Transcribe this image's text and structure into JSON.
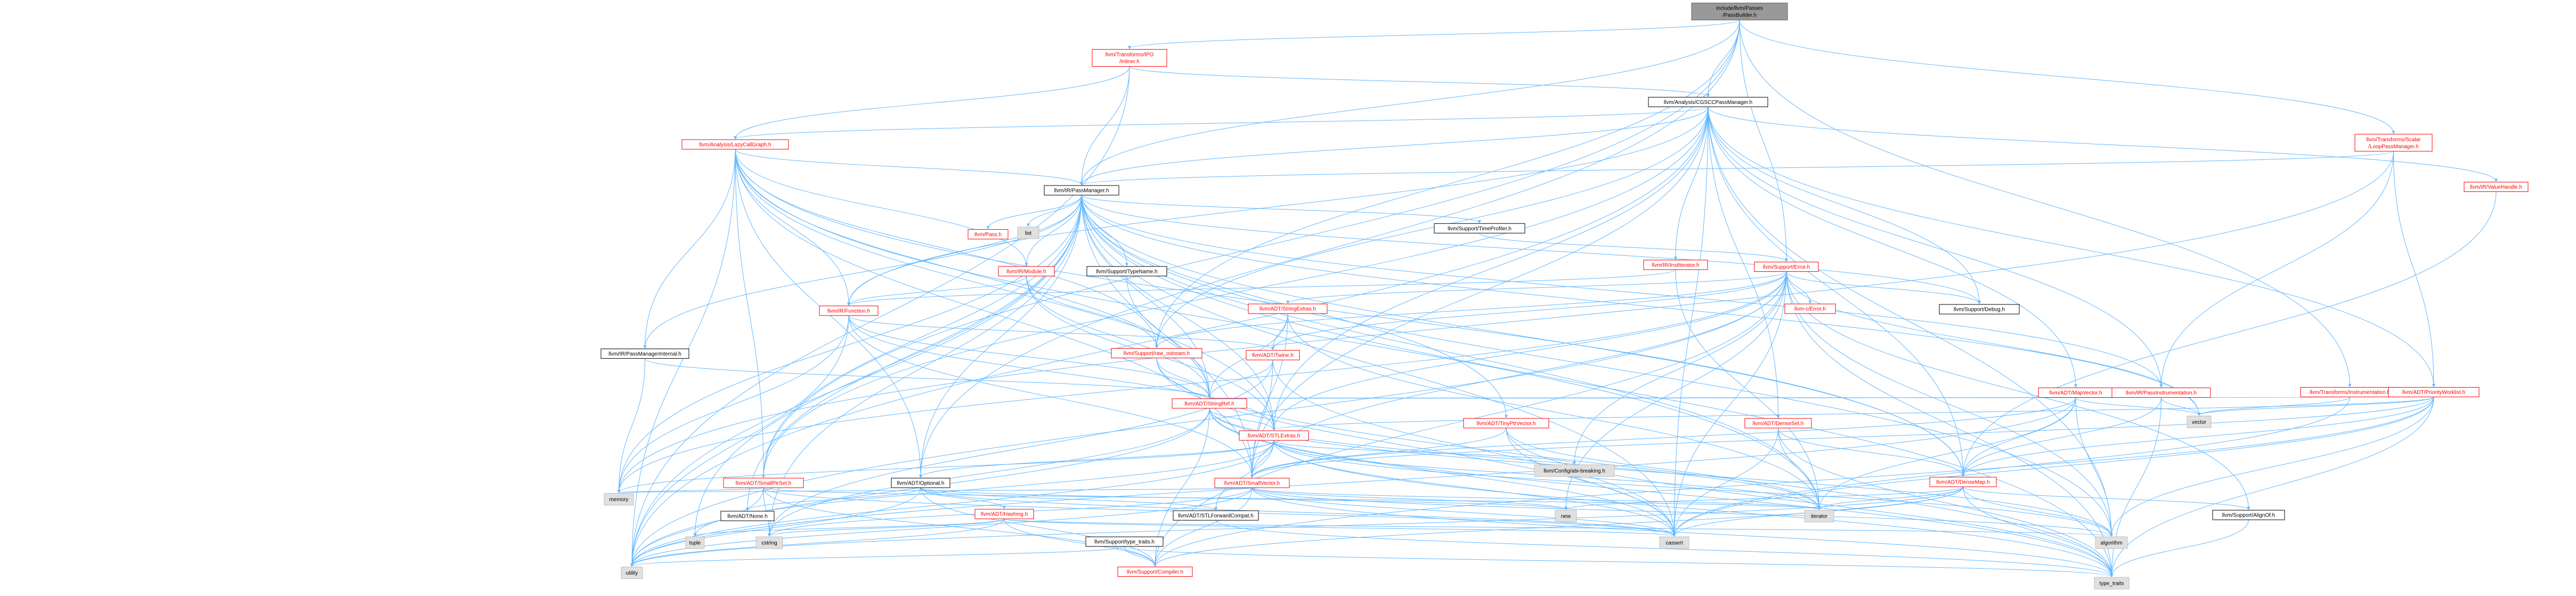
{
  "colors": {
    "edge": "#63b8ff",
    "edge_alt": "#63b8ff",
    "red_border": "#ff0000",
    "gray_border": "#bfbfbf",
    "root_fill": "#999999",
    "root_border": "#666666",
    "node_fill": "#ffffff",
    "label_red": "#ff0000",
    "label_black": "#000000",
    "gray_fill": "#e0e0e0"
  },
  "nodes": [
    {
      "id": "root",
      "lines": [
        "include/llvm/Passes",
        "/PassBuilder.h"
      ],
      "style": "root"
    },
    {
      "id": "inliner",
      "lines": [
        "llvm/Transforms/IPO",
        "/Inliner.h"
      ],
      "style": "red"
    },
    {
      "id": "cgscc",
      "lines": [
        "llvm/Analysis/CGSCCPassManager.h"
      ],
      "style": "black"
    },
    {
      "id": "lazycg",
      "lines": [
        "llvm/Analysis/LazyCallGraph.h"
      ],
      "style": "red"
    },
    {
      "id": "loopm",
      "lines": [
        "llvm/Transforms/Scalar",
        "/LoopPassManager.h"
      ],
      "style": "red"
    },
    {
      "id": "valuehandle",
      "lines": [
        "llvm/IR/ValueHandle.h"
      ],
      "style": "red"
    },
    {
      "id": "passmgr",
      "lines": [
        "llvm/IR/PassManager.h"
      ],
      "style": "black"
    },
    {
      "id": "timeprof",
      "lines": [
        "llvm/Support/TimeProfiler.h"
      ],
      "style": "black"
    },
    {
      "id": "passh",
      "lines": [
        "llvm/Pass.h"
      ],
      "style": "red"
    },
    {
      "id": "list",
      "lines": [
        "list"
      ],
      "style": "gray"
    },
    {
      "id": "module",
      "lines": [
        "llvm/IR/Module.h"
      ],
      "style": "red"
    },
    {
      "id": "typename",
      "lines": [
        "llvm/Support/TypeName.h"
      ],
      "style": "black"
    },
    {
      "id": "institer",
      "lines": [
        "llvm/IR/InstIterator.h"
      ],
      "style": "red"
    },
    {
      "id": "error",
      "lines": [
        "llvm/Support/Error.h"
      ],
      "style": "red"
    },
    {
      "id": "transinstr",
      "lines": [
        "llvm/Transforms/Instrumentation.h"
      ],
      "style": "red"
    },
    {
      "id": "function",
      "lines": [
        "llvm/IR/Function.h"
      ],
      "style": "red"
    },
    {
      "id": "pmint",
      "lines": [
        "llvm/IR/PassManagerInternal.h"
      ],
      "style": "black"
    },
    {
      "id": "stringextras",
      "lines": [
        "llvm/ADT/StringExtras.h"
      ],
      "style": "red"
    },
    {
      "id": "rawostream",
      "lines": [
        "llvm/Support/raw_ostream.h"
      ],
      "style": "red"
    },
    {
      "id": "twine",
      "lines": [
        "llvm/ADT/Twine.h"
      ],
      "style": "red"
    },
    {
      "id": "cerror",
      "lines": [
        "llvm-c/Error.h"
      ],
      "style": "red"
    },
    {
      "id": "debug",
      "lines": [
        "llvm/Support/Debug.h"
      ],
      "style": "black"
    },
    {
      "id": "mapvector",
      "lines": [
        "llvm/ADT/MapVector.h"
      ],
      "style": "red"
    },
    {
      "id": "passinstr",
      "lines": [
        "llvm/IR/PassInstrumentation.h"
      ],
      "style": "red"
    },
    {
      "id": "priorityworklist",
      "lines": [
        "llvm/ADT/PriorityWorklist.h"
      ],
      "style": "red"
    },
    {
      "id": "stringref",
      "lines": [
        "llvm/ADT/StringRef.h"
      ],
      "style": "red"
    },
    {
      "id": "tinyptrvector",
      "lines": [
        "llvm/ADT/TinyPtrVector.h"
      ],
      "style": "red"
    },
    {
      "id": "denseset",
      "lines": [
        "llvm/ADT/DenseSet.h"
      ],
      "style": "red"
    },
    {
      "id": "stlextras",
      "lines": [
        "llvm/ADT/STLExtras.h"
      ],
      "style": "red"
    },
    {
      "id": "vector",
      "lines": [
        "vector"
      ],
      "style": "gray"
    },
    {
      "id": "smallptrset",
      "lines": [
        "llvm/ADT/SmallPtrSet.h"
      ],
      "style": "red"
    },
    {
      "id": "optional",
      "lines": [
        "llvm/ADT/Optional.h"
      ],
      "style": "black"
    },
    {
      "id": "smallvector",
      "lines": [
        "llvm/ADT/SmallVector.h"
      ],
      "style": "red"
    },
    {
      "id": "abibreaking",
      "lines": [
        "llvm/Config/abi-breaking.h"
      ],
      "style": "gray"
    },
    {
      "id": "densemap",
      "lines": [
        "llvm/ADT/DenseMap.h"
      ],
      "style": "red"
    },
    {
      "id": "memory",
      "lines": [
        "memory"
      ],
      "style": "gray"
    },
    {
      "id": "none",
      "lines": [
        "llvm/ADT/None.h"
      ],
      "style": "black"
    },
    {
      "id": "hashing",
      "lines": [
        "llvm/ADT/Hashing.h"
      ],
      "style": "red"
    },
    {
      "id": "stlfwd",
      "lines": [
        "llvm/ADT/STLForwardCompat.h"
      ],
      "style": "black"
    },
    {
      "id": "new",
      "lines": [
        "new"
      ],
      "style": "gray"
    },
    {
      "id": "iterator",
      "lines": [
        "iterator"
      ],
      "style": "gray"
    },
    {
      "id": "alignof",
      "lines": [
        "llvm/Support/AlignOf.h"
      ],
      "style": "black"
    },
    {
      "id": "tuple",
      "lines": [
        "tuple"
      ],
      "style": "gray"
    },
    {
      "id": "cstring",
      "lines": [
        "cstring"
      ],
      "style": "gray"
    },
    {
      "id": "typetraits_s",
      "lines": [
        "llvm/Support/type_traits.h"
      ],
      "style": "black"
    },
    {
      "id": "cassert",
      "lines": [
        "cassert"
      ],
      "style": "gray"
    },
    {
      "id": "algorithm",
      "lines": [
        "algorithm"
      ],
      "style": "gray"
    },
    {
      "id": "utility",
      "lines": [
        "utility"
      ],
      "style": "gray"
    },
    {
      "id": "compiler",
      "lines": [
        "llvm/Support/Compiler.h"
      ],
      "style": "red"
    },
    {
      "id": "type_traits",
      "lines": [
        "type_traits"
      ],
      "style": "gray"
    }
  ],
  "edges": [
    [
      "root",
      "inliner"
    ],
    [
      "root",
      "cgscc"
    ],
    [
      "root",
      "passmgr"
    ],
    [
      "root",
      "loopm"
    ],
    [
      "root",
      "error"
    ],
    [
      "root",
      "transinstr"
    ],
    [
      "root",
      "smallptrset"
    ],
    [
      "root",
      "optional"
    ],
    [
      "root",
      "rawostream"
    ],
    [
      "inliner",
      "cgscc"
    ],
    [
      "inliner",
      "lazycg"
    ],
    [
      "inliner",
      "passmgr"
    ],
    [
      "inliner",
      "utility"
    ],
    [
      "cgscc",
      "lazycg"
    ],
    [
      "cgscc",
      "passmgr"
    ],
    [
      "cgscc",
      "valuehandle"
    ],
    [
      "cgscc",
      "priorityworklist"
    ],
    [
      "cgscc",
      "densemap"
    ],
    [
      "cgscc",
      "denseset"
    ],
    [
      "cgscc",
      "mapvector"
    ],
    [
      "cgscc",
      "institer"
    ],
    [
      "cgscc",
      "debug"
    ],
    [
      "cgscc",
      "rawostream"
    ],
    [
      "cgscc",
      "cassert"
    ],
    [
      "cgscc",
      "utility"
    ],
    [
      "cgscc",
      "algorithm"
    ],
    [
      "cgscc",
      "smallptrset"
    ],
    [
      "cgscc",
      "function"
    ],
    [
      "cgscc",
      "smallvector"
    ],
    [
      "cgscc",
      "stlextras"
    ],
    [
      "cgscc",
      "passinstr"
    ],
    [
      "lazycg",
      "passmgr"
    ],
    [
      "lazycg",
      "function"
    ],
    [
      "lazycg",
      "module"
    ],
    [
      "lazycg",
      "stringref"
    ],
    [
      "lazycg",
      "stlextras"
    ],
    [
      "lazycg",
      "smallvector"
    ],
    [
      "lazycg",
      "smallptrset"
    ],
    [
      "lazycg",
      "optional"
    ],
    [
      "lazycg",
      "densemap"
    ],
    [
      "lazycg",
      "rawostream"
    ],
    [
      "lazycg",
      "iterator"
    ],
    [
      "lazycg",
      "utility"
    ],
    [
      "lazycg",
      "pmint"
    ],
    [
      "loopm",
      "passmgr"
    ],
    [
      "loopm",
      "priorityworklist"
    ],
    [
      "loopm",
      "passinstr"
    ],
    [
      "loopm",
      "memory"
    ],
    [
      "valuehandle",
      "densemap"
    ],
    [
      "passmgr",
      "timeprof"
    ],
    [
      "passmgr",
      "passh"
    ],
    [
      "passmgr",
      "list"
    ],
    [
      "passmgr",
      "module"
    ],
    [
      "passmgr",
      "typename"
    ],
    [
      "passmgr",
      "function"
    ],
    [
      "passmgr",
      "pmint"
    ],
    [
      "passmgr",
      "stringref"
    ],
    [
      "passmgr",
      "tinyptrvector"
    ],
    [
      "passmgr",
      "stlextras"
    ],
    [
      "passmgr",
      "smallptrset"
    ],
    [
      "passmgr",
      "densemap"
    ],
    [
      "passmgr",
      "debug"
    ],
    [
      "passmgr",
      "passinstr"
    ],
    [
      "passmgr",
      "cassert"
    ],
    [
      "passmgr",
      "memory"
    ],
    [
      "passmgr",
      "utility"
    ],
    [
      "passmgr",
      "vector"
    ],
    [
      "passmgr",
      "iterator"
    ],
    [
      "passmgr",
      "type_traits"
    ],
    [
      "passmgr",
      "algorithm"
    ],
    [
      "passmgr",
      "cstring"
    ],
    [
      "passmgr",
      "tuple"
    ],
    [
      "passmgr",
      "optional"
    ],
    [
      "passmgr",
      "smallvector"
    ],
    [
      "passmgr",
      "none"
    ],
    [
      "timeprof",
      "error"
    ],
    [
      "module",
      "function"
    ],
    [
      "module",
      "stringref"
    ],
    [
      "module",
      "stlextras"
    ],
    [
      "module",
      "rawostream"
    ],
    [
      "typename",
      "stringref"
    ],
    [
      "institer",
      "function"
    ],
    [
      "institer",
      "iterator"
    ],
    [
      "error",
      "stringextras"
    ],
    [
      "error",
      "twine"
    ],
    [
      "error",
      "rawostream"
    ],
    [
      "error",
      "cerror"
    ],
    [
      "error",
      "debug"
    ],
    [
      "error",
      "stlextras"
    ],
    [
      "error",
      "smallvector"
    ],
    [
      "error",
      "abibreaking"
    ],
    [
      "error",
      "alignof"
    ],
    [
      "error",
      "compiler"
    ],
    [
      "error",
      "algorithm"
    ],
    [
      "error",
      "cassert"
    ],
    [
      "error",
      "new"
    ],
    [
      "error",
      "memory"
    ],
    [
      "error",
      "type_traits"
    ],
    [
      "error",
      "vector"
    ],
    [
      "error",
      "utility"
    ],
    [
      "transinstr",
      "stringref"
    ],
    [
      "transinstr",
      "vector"
    ],
    [
      "transinstr",
      "cassert"
    ],
    [
      "function",
      "stringref"
    ],
    [
      "function",
      "twine"
    ],
    [
      "function",
      "stlextras"
    ],
    [
      "function",
      "memory"
    ],
    [
      "function",
      "cstddef"
    ],
    [
      "function",
      "utility"
    ],
    [
      "function",
      "smallvector"
    ],
    [
      "pmint",
      "stringref"
    ],
    [
      "pmint",
      "memory"
    ],
    [
      "stringextras",
      "stringref"
    ],
    [
      "stringextras",
      "twine"
    ],
    [
      "stringextras",
      "smallvector"
    ],
    [
      "stringextras",
      "iterator"
    ],
    [
      "rawostream",
      "stringref"
    ],
    [
      "rawostream",
      "cassert"
    ],
    [
      "rawostream",
      "type_traits"
    ],
    [
      "twine",
      "stringref"
    ],
    [
      "twine",
      "smallvector"
    ],
    [
      "twine",
      "cassert"
    ],
    [
      "twine",
      "cstring"
    ],
    [
      "mapvector",
      "stringref"
    ],
    [
      "mapvector",
      "densemap"
    ],
    [
      "mapvector",
      "smallvector"
    ],
    [
      "mapvector",
      "vector"
    ],
    [
      "mapvector",
      "iterator"
    ],
    [
      "mapvector",
      "algorithm"
    ],
    [
      "mapvector",
      "utility"
    ],
    [
      "passinstr",
      "stringref"
    ],
    [
      "passinstr",
      "densemap"
    ],
    [
      "passinstr",
      "type_traits"
    ],
    [
      "passinstr",
      "vector"
    ],
    [
      "priorityworklist",
      "densemap"
    ],
    [
      "priorityworklist",
      "stlextras"
    ],
    [
      "priorityworklist",
      "smallvector"
    ],
    [
      "priorityworklist",
      "algorithm"
    ],
    [
      "priorityworklist",
      "cassert"
    ],
    [
      "priorityworklist",
      "vector"
    ],
    [
      "priorityworklist",
      "type_traits"
    ],
    [
      "priorityworklist",
      "compiler"
    ],
    [
      "stringref",
      "stlextras"
    ],
    [
      "stringref",
      "iterator"
    ],
    [
      "stringref",
      "compiler"
    ],
    [
      "stringref",
      "algorithm"
    ],
    [
      "stringref",
      "cassert"
    ],
    [
      "stringref",
      "cstring"
    ],
    [
      "stringref",
      "type_traits"
    ],
    [
      "stringref",
      "utility"
    ],
    [
      "tinyptrvector",
      "smallvector"
    ],
    [
      "tinyptrvector",
      "iterator"
    ],
    [
      "tinyptrvector",
      "cassert"
    ],
    [
      "tinyptrvector",
      "type_traits"
    ],
    [
      "denseset",
      "densemap"
    ],
    [
      "denseset",
      "iterator"
    ],
    [
      "denseset",
      "cassert"
    ],
    [
      "denseset",
      "type_traits"
    ],
    [
      "stlextras",
      "optional"
    ],
    [
      "stlextras",
      "stlfwd"
    ],
    [
      "stlextras",
      "abibreaking"
    ],
    [
      "stlextras",
      "smallvector"
    ],
    [
      "stlextras",
      "iterator"
    ],
    [
      "stlextras",
      "memory"
    ],
    [
      "stlextras",
      "tuple"
    ],
    [
      "stlextras",
      "utility"
    ],
    [
      "stlextras",
      "type_traits"
    ],
    [
      "stlextras",
      "cassert"
    ],
    [
      "stlextras",
      "algorithm"
    ],
    [
      "smallptrset",
      "compiler"
    ],
    [
      "smallptrset",
      "type_traits_s"
    ],
    [
      "smallptrset",
      "utility"
    ],
    [
      "smallptrset",
      "memory"
    ],
    [
      "smallptrset",
      "cstring"
    ],
    [
      "smallptrset",
      "iterator"
    ],
    [
      "smallptrset",
      "cassert"
    ],
    [
      "optional",
      "hashing"
    ],
    [
      "optional",
      "none"
    ],
    [
      "optional",
      "stlfwd"
    ],
    [
      "optional",
      "type_traits_s"
    ],
    [
      "optional",
      "compiler"
    ],
    [
      "optional",
      "cassert"
    ],
    [
      "optional",
      "new"
    ],
    [
      "optional",
      "utility"
    ],
    [
      "smallvector",
      "compiler"
    ],
    [
      "smallvector",
      "type_traits_s"
    ],
    [
      "smallvector",
      "algorithm"
    ],
    [
      "smallvector",
      "cassert"
    ],
    [
      "smallvector",
      "cstring"
    ],
    [
      "smallvector",
      "memory"
    ],
    [
      "smallvector",
      "new"
    ],
    [
      "smallvector",
      "iterator"
    ],
    [
      "smallvector",
      "utility"
    ],
    [
      "smallvector",
      "type_traits"
    ],
    [
      "densemap",
      "alignof"
    ],
    [
      "densemap",
      "compiler"
    ],
    [
      "densemap",
      "type_traits_s"
    ],
    [
      "densemap",
      "algorithm"
    ],
    [
      "densemap",
      "cassert"
    ],
    [
      "densemap",
      "iterator"
    ],
    [
      "densemap",
      "new"
    ],
    [
      "densemap",
      "type_traits"
    ],
    [
      "densemap",
      "utility"
    ],
    [
      "hashing",
      "compiler"
    ],
    [
      "hashing",
      "type_traits_s"
    ],
    [
      "hashing",
      "algorithm"
    ],
    [
      "hashing",
      "cassert"
    ],
    [
      "hashing",
      "cstring"
    ],
    [
      "hashing",
      "tuple"
    ],
    [
      "hashing",
      "utility"
    ],
    [
      "stlfwd",
      "type_traits"
    ],
    [
      "alignof",
      "type_traits"
    ],
    [
      "typetraits_s",
      "type_traits"
    ],
    [
      "typetraits_s",
      "utility"
    ],
    [
      "typetraits_s",
      "compiler"
    ]
  ]
}
